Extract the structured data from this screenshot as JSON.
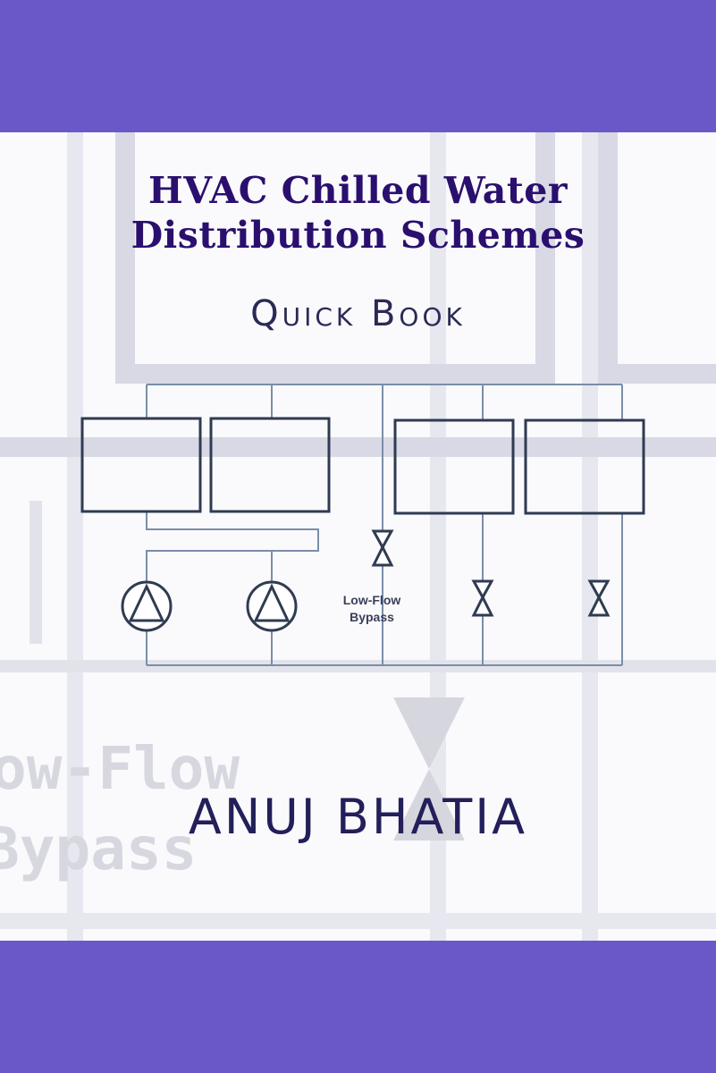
{
  "cover": {
    "title_line1": "HVAC Chilled Water",
    "title_line2": "Distribution Schemes",
    "subtitle": "Quick Book",
    "author": "ANUJ BHATIA"
  },
  "diagram": {
    "bypass_label_line1": "Low-Flow",
    "bypass_label_line2": "Bypass"
  },
  "background": {
    "watermark_line1": "ow-Flow",
    "watermark_line2": "Bypass"
  },
  "colors": {
    "band": "#6a58c8",
    "title": "#2a0f6e",
    "diagram_box": "#2f3b52",
    "diagram_pipe": "#7a8ea8"
  }
}
